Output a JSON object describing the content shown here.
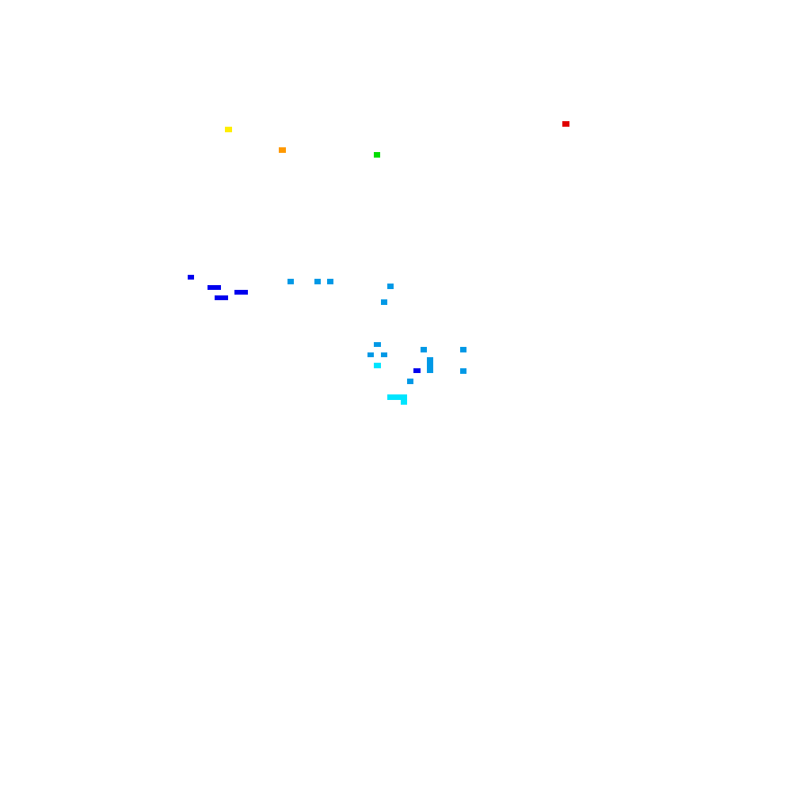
{
  "background": "#ffffff",
  "palette": {
    "red": "#e00000",
    "orange": "#ff9900",
    "yellow": "#ffee00",
    "green": "#00dd00",
    "sky": "#0099e6",
    "cyan": "#00e5ff",
    "blue": "#0000ee"
  },
  "pixel_groups": [
    {
      "name": "red-pixel",
      "color": "red"
    },
    {
      "name": "orange-pixel",
      "color": "orange"
    },
    {
      "name": "yellow-pixel",
      "color": "yellow"
    },
    {
      "name": "green-pixel",
      "color": "green"
    },
    {
      "name": "blue-pixel",
      "color": "blue"
    },
    {
      "name": "sky-pixel",
      "color": "sky"
    },
    {
      "name": "cyan-pixel",
      "color": "cyan"
    }
  ]
}
